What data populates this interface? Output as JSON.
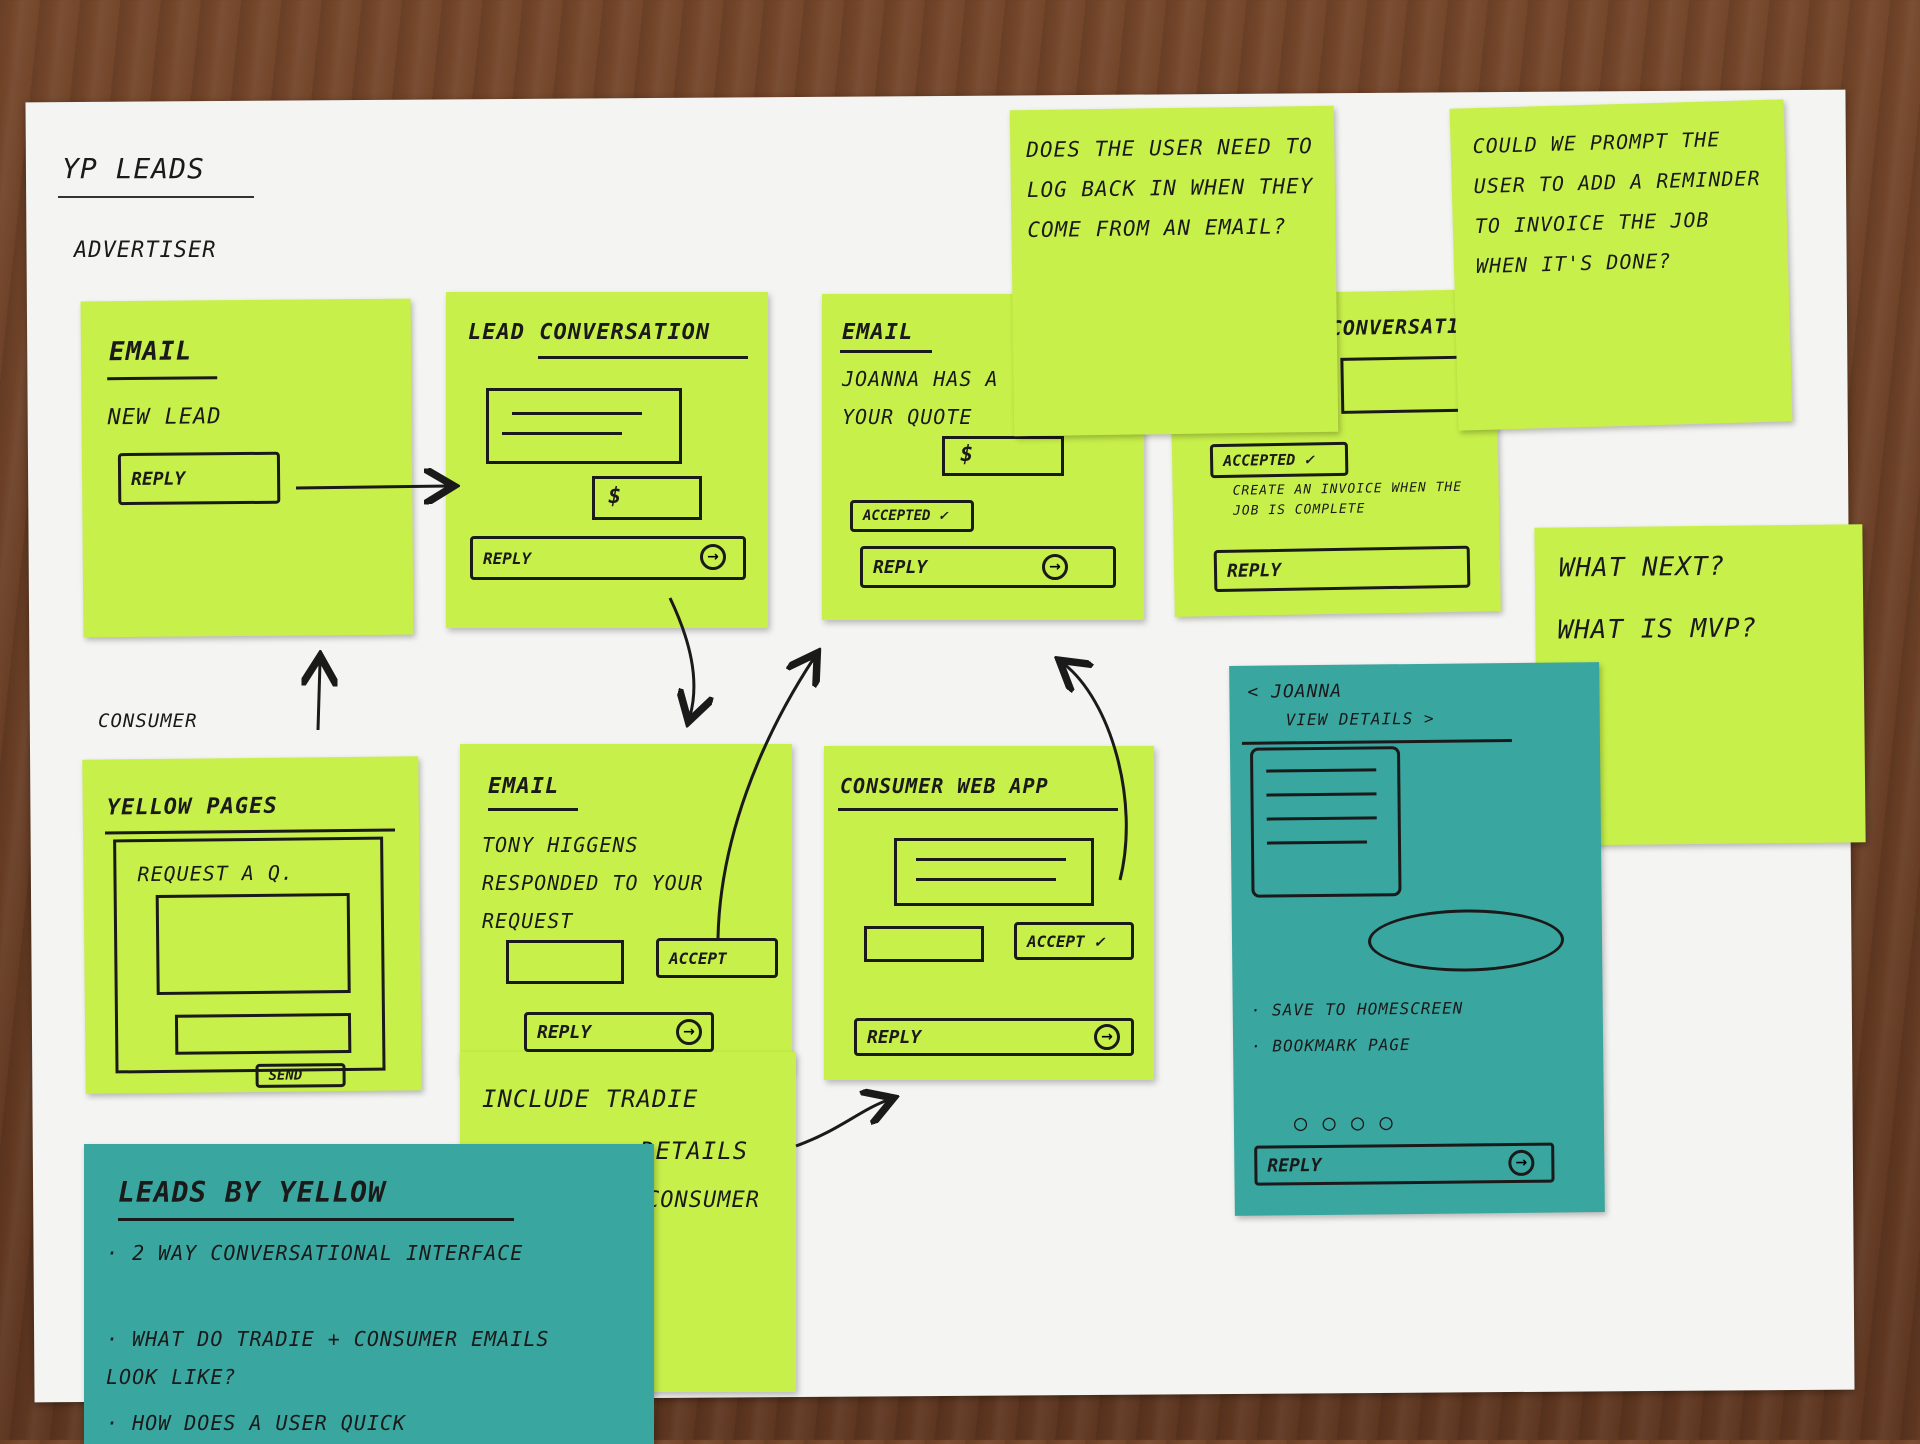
{
  "board": {
    "title": "YP LEADS",
    "lane_advertiser": "ADVERTISER",
    "lane_consumer": "CONSUMER"
  },
  "notes": {
    "email_new_lead": {
      "heading": "EMAIL",
      "text": "NEW LEAD",
      "button": "REPLY"
    },
    "lead_conversation": {
      "heading": "LEAD CONVERSATION",
      "reply": "REPLY",
      "amount": "$"
    },
    "email_quote": {
      "heading": "EMAIL",
      "text": "JOANNA HAS A YOUR QUOTE",
      "amount": "$",
      "badge": "ACCEPTED ✓",
      "reply": "REPLY"
    },
    "conversation_accepted": {
      "heading": "CONVERSATION",
      "badge": "ACCEPTED ✓",
      "text": "CREATE AN INVOICE WHEN THE JOB IS COMPLETE",
      "reply": "REPLY"
    },
    "log_back": {
      "text": "DOES THE USER NEED TO LOG BACK IN WHEN THEY COME FROM AN EMAIL?"
    },
    "prompt_invoice": {
      "text": "COULD WE PROMPT THE USER TO ADD A REMINDER TO INVOICE THE JOB WHEN IT'S DONE?"
    },
    "what_next": {
      "line1": "WHAT NEXT?",
      "line2": "WHAT IS MVP?"
    },
    "yellow_pages": {
      "heading": "YELLOW PAGES",
      "form_title": "REQUEST A Q.",
      "button": "SEND"
    },
    "email_responded": {
      "heading": "EMAIL",
      "text": "TONY HIGGENS RESPONDED TO YOUR REQUEST",
      "accept": "ACCEPT",
      "reply": "REPLY"
    },
    "consumer_web_app": {
      "heading": "CONSUMER WEB APP",
      "accept": "ACCEPT ✓",
      "reply": "REPLY"
    },
    "include_tradie": {
      "line1": "INCLUDE TRADIE",
      "line2": "DETAILS",
      "line3": "CONSUMER"
    },
    "mobile_view": {
      "back": "< JOANNA",
      "view": "VIEW DETAILS >",
      "bullet1": "· SAVE TO HOMESCREEN",
      "bullet2": "· BOOKMARK PAGE",
      "dots": "○ ○ ○ ○",
      "reply": "REPLY"
    },
    "leads_by_yellow": {
      "heading": "LEADS BY YELLOW",
      "b1": "· 2 WAY CONVERSATIONAL INTERFACE",
      "b2": "· WHAT DO TRADIE + CONSUMER EMAILS LOOK LIKE?",
      "b3": "· HOW DOES A USER QUICK"
    }
  },
  "colors": {
    "green_note": "#c8f04a",
    "teal_note": "#3aa6a0",
    "paper": "#f4f4f2",
    "table": "#6b3f24"
  }
}
